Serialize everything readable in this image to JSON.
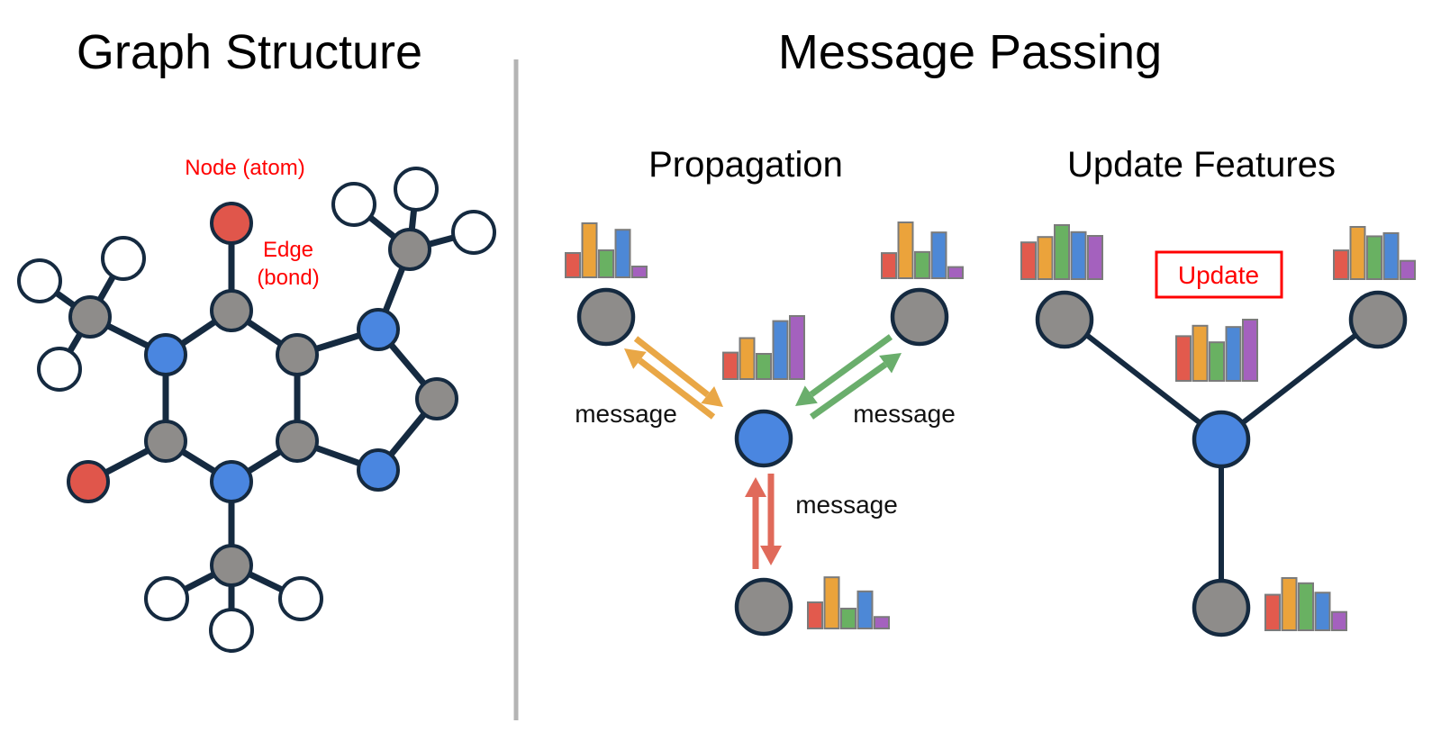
{
  "titles": {
    "left": "Graph Structure",
    "right": "Message Passing",
    "propagation": "Propagation",
    "update_features": "Update Features"
  },
  "annotations": {
    "node": "Node (atom)",
    "edge_line1": "Edge",
    "edge_line2": "(bond)",
    "update": "Update"
  },
  "message_label": "message",
  "colors": {
    "node_gray": "#8e8c8a",
    "node_blue": "#4a86e0",
    "node_red": "#e0564b",
    "node_white": "#ffffff",
    "edge": "#152a40",
    "divider": "#b4b4b4",
    "arrow_orange": "#e9a746",
    "arrow_green": "#6aae6c",
    "arrow_red": "#e06a5a",
    "bars": [
      "#e25a4d",
      "#eba33b",
      "#69b162",
      "#4d88d6",
      "#a461be"
    ],
    "annotation": "#ff0000"
  },
  "feature_vectors": {
    "prop_top_left": [
      0.45,
      1.0,
      0.5,
      0.88,
      0.2
    ],
    "prop_top_right": [
      0.45,
      1.0,
      0.47,
      0.82,
      0.2
    ],
    "prop_center": [
      0.42,
      0.65,
      0.4,
      0.92,
      1.0
    ],
    "prop_bottom": [
      0.5,
      0.98,
      0.38,
      0.71,
      0.22
    ],
    "upd_top_left": [
      0.68,
      0.78,
      1.0,
      0.87,
      0.8
    ],
    "upd_top_right": [
      0.55,
      1.0,
      0.82,
      0.88,
      0.35
    ],
    "upd_center": [
      0.73,
      0.9,
      0.63,
      0.88,
      1.0
    ],
    "upd_bottom": [
      0.68,
      1.0,
      0.9,
      0.72,
      0.35
    ]
  }
}
